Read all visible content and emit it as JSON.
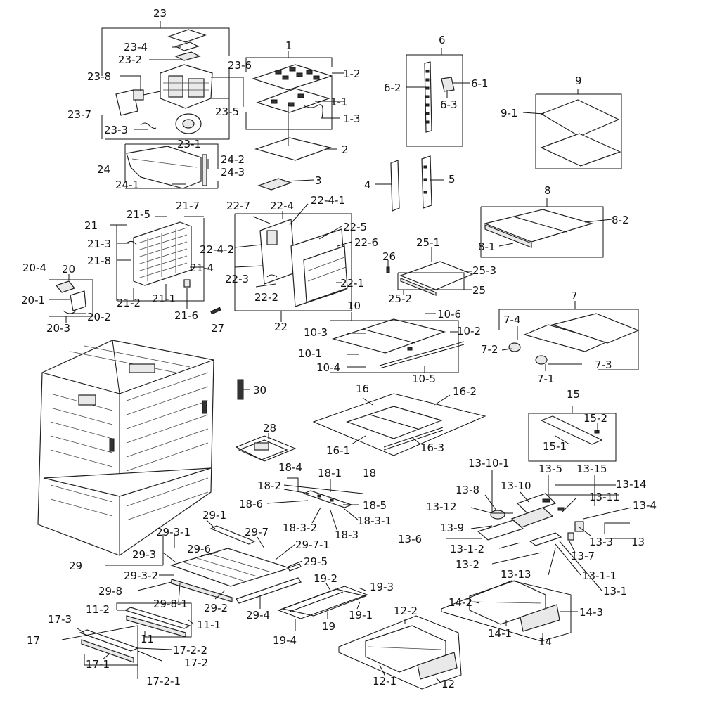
{
  "labels": {
    "p23": "23",
    "p23_4": "23-4",
    "p23_2": "23-2",
    "p23_8": "23-8",
    "p23_6": "23-6",
    "p23_7": "23-7",
    "p23_5": "23-5",
    "p23_3": "23-3",
    "p23_1": "23-1",
    "p24": "24",
    "p24_2": "24-2",
    "p24_3": "24-3",
    "p24_1": "24-1",
    "p1": "1",
    "p1_2": "1-2",
    "p1_1": "1-1",
    "p1_3": "1-3",
    "p2": "2",
    "p3": "3",
    "p6": "6",
    "p6_2": "6-2",
    "p6_1": "6-1",
    "p6_3": "6-3",
    "p4": "4",
    "p5": "5",
    "p9": "9",
    "p9_1": "9-1",
    "p8": "8",
    "p8_2": "8-2",
    "p8_1": "8-1",
    "p21": "21",
    "p21_5": "21-5",
    "p21_7": "21-7",
    "p21_3": "21-3",
    "p21_8": "21-8",
    "p21_4": "21-4",
    "p21_2": "21-2",
    "p21_1": "21-1",
    "p21_6": "21-6",
    "p22_7": "22-7",
    "p22_4": "22-4",
    "p22_4_1": "22-4-1",
    "p22_5": "22-5",
    "p22_6": "22-6",
    "p22_4_2": "22-4-2",
    "p22_3": "22-3",
    "p22_2": "22-2",
    "p22_1": "22-1",
    "p22": "22",
    "p26": "26",
    "p25_1": "25-1",
    "p25_3": "25-3",
    "p25": "25",
    "p25_2": "25-2",
    "p20_4": "20-4",
    "p20": "20",
    "p20_1": "20-1",
    "p20_2": "20-2",
    "p20_3": "20-3",
    "p27": "27",
    "p10": "10",
    "p10_6": "10-6",
    "p10_3": "10-3",
    "p10_2": "10-2",
    "p10_1": "10-1",
    "p10_4": "10-4",
    "p10_5": "10-5",
    "p7": "7",
    "p7_4": "7-4",
    "p7_2": "7-2",
    "p7_3": "7-3",
    "p7_1": "7-1",
    "p30": "30",
    "p16": "16",
    "p16_2": "16-2",
    "p16_1": "16-1",
    "p16_3": "16-3",
    "p15": "15",
    "p15_2": "15-2",
    "p15_1": "15-1",
    "p28": "28",
    "p18_4": "18-4",
    "p18_1": "18-1",
    "p18": "18",
    "p18_2": "18-2",
    "p18_6": "18-6",
    "p18_5": "18-5",
    "p18_3_1": "18-3-1",
    "p18_3_2": "18-3-2",
    "p18_3": "18-3",
    "p13_10_1": "13-10-1",
    "p13_5": "13-5",
    "p13_15": "13-15",
    "p13_8": "13-8",
    "p13_10": "13-10",
    "p13_14": "13-14",
    "p13_12": "13-12",
    "p13_11": "13-11",
    "p13_4": "13-4",
    "p13_9": "13-9",
    "p13": "13",
    "p13_3": "13-3",
    "p13_6": "13-6",
    "p13_1_2": "13-1-2",
    "p13_7": "13-7",
    "p13_2": "13-2",
    "p13_13": "13-13",
    "p13_1_1": "13-1-1",
    "p13_1": "13-1",
    "p29_1": "29-1",
    "p29_3_1": "29-3-1",
    "p29_7": "29-7",
    "p29_6": "29-6",
    "p29_7_1": "29-7-1",
    "p29_3": "29-3",
    "p29": "29",
    "p29_5": "29-5",
    "p29_3_2": "29-3-2",
    "p29_8": "29-8",
    "p29_8_1": "29-8-1",
    "p29_2": "29-2",
    "p29_4": "29-4",
    "p19_2": "19-2",
    "p19_3": "19-3",
    "p19_1": "19-1",
    "p19": "19",
    "p19_4": "19-4",
    "p11_2": "11-2",
    "p11_1": "11-1",
    "p11": "11",
    "p17_3": "17-3",
    "p17": "17",
    "p17_1": "17-1",
    "p17_2_2": "17-2-2",
    "p17_2": "17-2",
    "p17_2_1": "17-2-1",
    "p12_2": "12-2",
    "p12_1": "12-1",
    "p12": "12",
    "p14_2": "14-2",
    "p14_3": "14-3",
    "p14_1": "14-1",
    "p14": "14"
  }
}
